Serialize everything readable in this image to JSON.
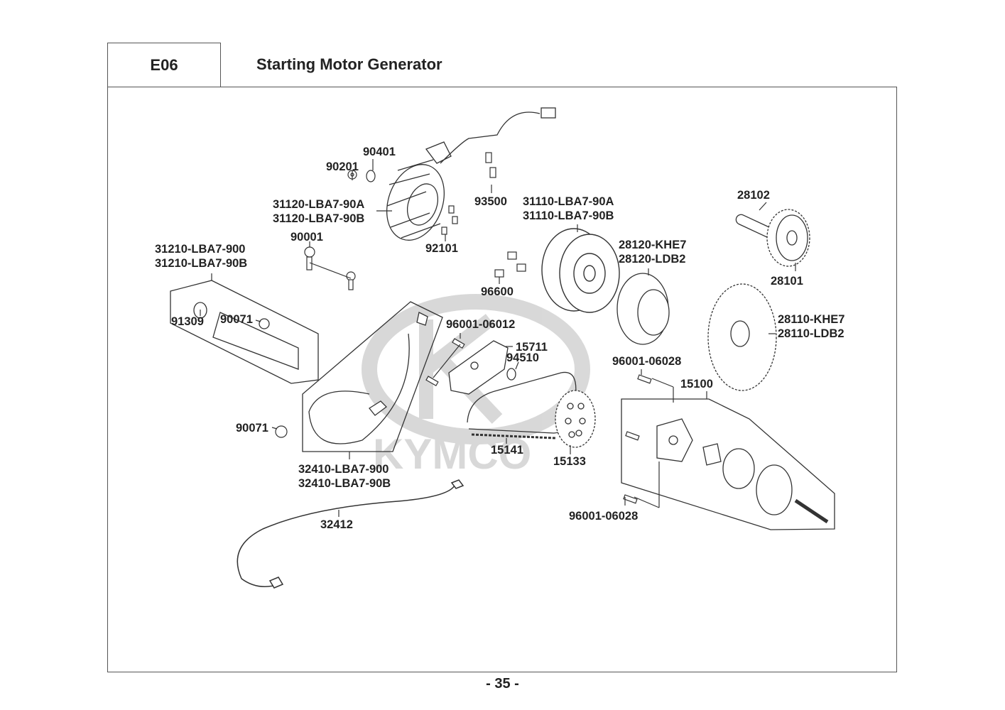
{
  "header": {
    "section_code": "E06",
    "title": "Starting Motor  Generator"
  },
  "watermark": "KYMCO",
  "page_number": "- 35 -",
  "parts": {
    "p90401": "90401",
    "p90201": "90201",
    "p31120": [
      "31120-LBA7-90A",
      "31120-LBA7-90B"
    ],
    "p93500": "93500",
    "p92101": "92101",
    "p90001": "90001",
    "p31110": [
      "31110-LBA7-90A",
      "31110-LBA7-90B"
    ],
    "p28102": "28102",
    "p28120": [
      "28120-KHE7",
      "28120-LDB2"
    ],
    "p28101": "28101",
    "p31210": [
      "31210-LBA7-900",
      "31210-LBA7-90B"
    ],
    "p96600": "96600",
    "p28110": [
      "28110-KHE7",
      "28110-LDB2"
    ],
    "p91309": "91309",
    "p90071a": "90071",
    "p96001_06012": "96001-06012",
    "p15711": "15711",
    "p94510": "94510",
    "p96001_06028a": "96001-06028",
    "p15100": "15100",
    "p90071b": "90071",
    "p15141": "15141",
    "p15133": "15133",
    "p32410": [
      "32410-LBA7-900",
      "32410-LBA7-90B"
    ],
    "p96001_06028b": "96001-06028",
    "p32412": "32412"
  }
}
